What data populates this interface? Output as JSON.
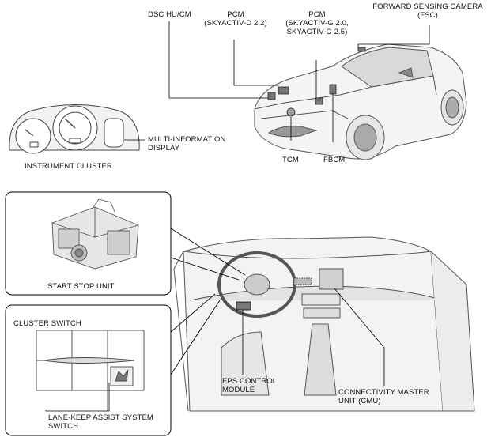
{
  "labels": {
    "dsc_hu_cm": "DSC HU/CM",
    "pcm_d_1": "PCM",
    "pcm_d_2": "(SKYACTIV-D 2.2)",
    "pcm_g_1": "PCM",
    "pcm_g_2": "(SKYACTIV-G 2.0,",
    "pcm_g_3": "SKYACTIV-G 2.5)",
    "fsc_1": "FORWARD SENSING CAMERA",
    "fsc_2": "(FSC)",
    "mid_1": "MULTI-INFORMATION",
    "mid_2": "DISPLAY",
    "instrument_cluster": "INSTRUMENT CLUSTER",
    "tcm": "TCM",
    "fbcm": "FBCM",
    "start_stop_unit": "START STOP UNIT",
    "cluster_switch": "CLUSTER SWITCH",
    "lkas_1": "LANE-KEEP ASSIST SYSTEM",
    "lkas_2": "SWITCH",
    "eps_1": "EPS CONTROL",
    "eps_2": "MODULE",
    "cmu_1": "CONNECTIVITY MASTER",
    "cmu_2": "UNIT (CMU)"
  },
  "colors": {
    "line": "#000000",
    "drawing": "#555555",
    "shade": "#bdbdbd"
  }
}
